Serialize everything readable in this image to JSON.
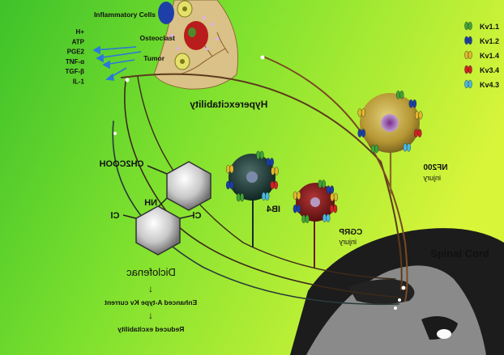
{
  "mediators": {
    "inflammatory_cells": "Inflammatory Cells",
    "items": [
      "H+",
      "ATP",
      "PGE2",
      "TNF-α",
      "TGF-β",
      "IL-1"
    ],
    "osteoclast": "Osteoclast",
    "tumor": "Tumor"
  },
  "hyperexcitability": "Hyperexcitability",
  "legend": [
    {
      "label": "Kv1.1",
      "color": "#3fa535"
    },
    {
      "label": "Kv1.2",
      "color": "#1a3fa8"
    },
    {
      "label": "Kv1.4",
      "color": "#e0b92a"
    },
    {
      "label": "Kv3.4",
      "color": "#d42020"
    },
    {
      "label": "Kv4.3",
      "color": "#4ab8e0"
    }
  ],
  "neurons": {
    "nf200": {
      "name": "NF200",
      "sub": "injury"
    },
    "cgrp": {
      "name": "CGRP",
      "sub": "injury"
    },
    "ib4": {
      "name": "IB4"
    }
  },
  "drug": {
    "group_top": "CH2COOH",
    "group_nh": "NH",
    "cl_left": "Cl",
    "cl_right": "Cl",
    "name": "Diclofenac",
    "arrow": "↓",
    "step1": "Enhanced A-type Kv current",
    "step2": "Reduced excitability"
  },
  "spinal_cord": "Spinal Cord"
}
